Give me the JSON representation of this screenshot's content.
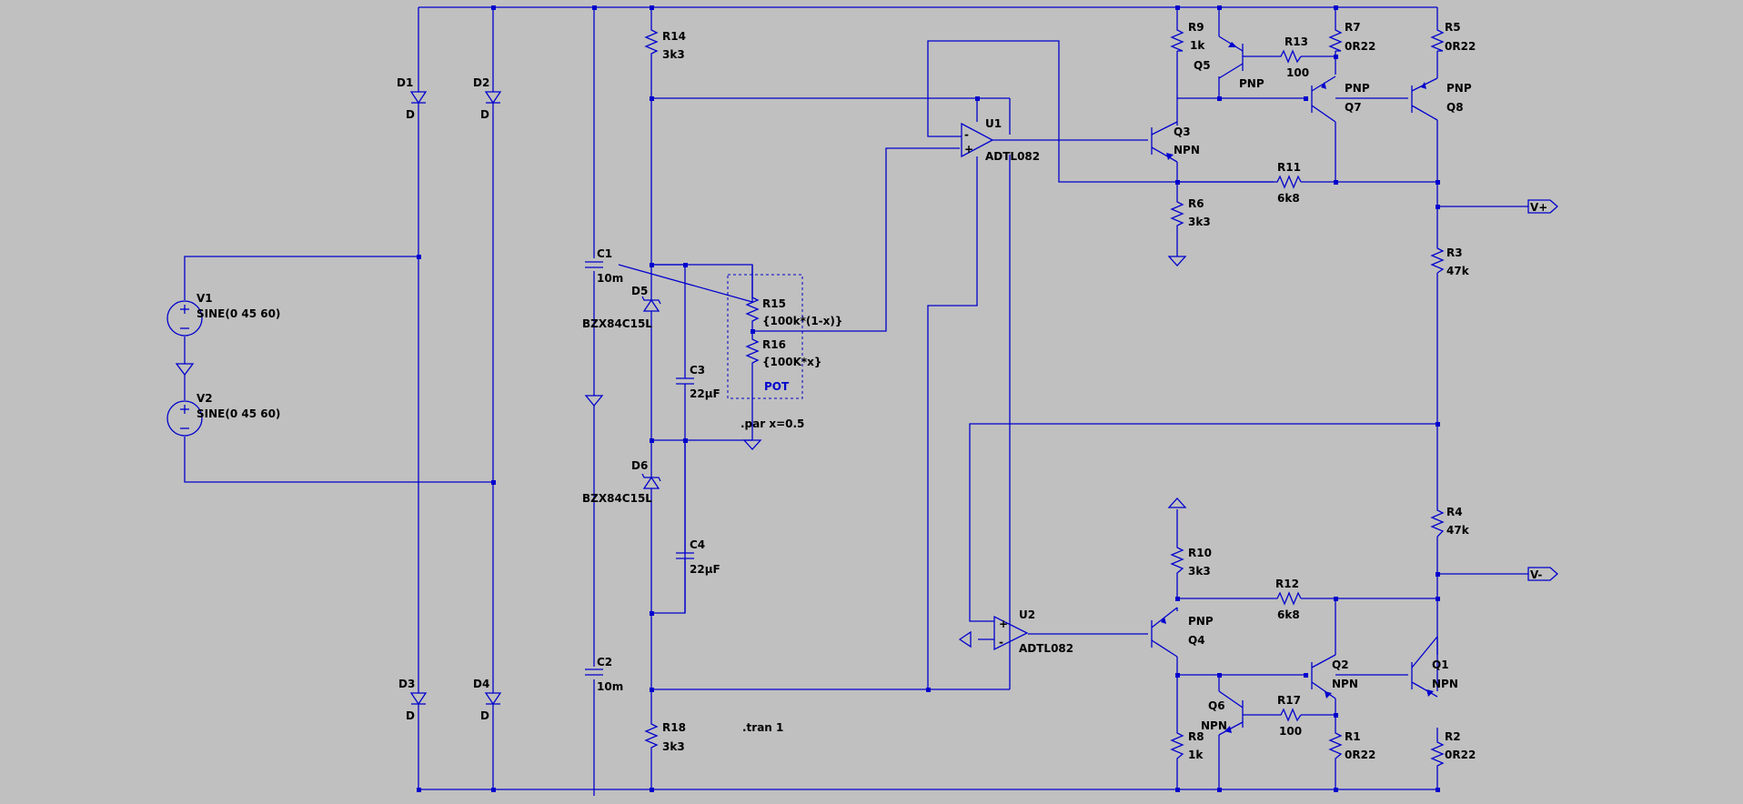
{
  "components": {
    "D1": {
      "name": "D1",
      "value": "D"
    },
    "D2": {
      "name": "D2",
      "value": "D"
    },
    "D3": {
      "name": "D3",
      "value": "D"
    },
    "D4": {
      "name": "D4",
      "value": "D"
    },
    "V1": {
      "name": "V1",
      "value": "SINE(0 45 60)"
    },
    "V2": {
      "name": "V2",
      "value": "SINE(0 45 60)"
    },
    "C1": {
      "name": "C1",
      "value": "10m"
    },
    "C2": {
      "name": "C2",
      "value": "10m"
    },
    "C3": {
      "name": "C3",
      "value": "22µF"
    },
    "C4": {
      "name": "C4",
      "value": "22µF"
    },
    "D5": {
      "name": "D5",
      "value": "BZX84C15L"
    },
    "D6": {
      "name": "D6",
      "value": "BZX84C15L"
    },
    "R14": {
      "name": "R14",
      "value": "3k3"
    },
    "R18": {
      "name": "R18",
      "value": "3k3"
    },
    "R15": {
      "name": "R15",
      "value": "{100k*(1-x)}"
    },
    "R16": {
      "name": "R16",
      "value": "{100K*x}"
    },
    "U1": {
      "name": "U1",
      "value": "ADTL082"
    },
    "U2": {
      "name": "U2",
      "value": "ADTL082"
    },
    "R9": {
      "name": "R9",
      "value": "1k"
    },
    "R13": {
      "name": "R13",
      "value": "100"
    },
    "R7": {
      "name": "R7",
      "value": "0R22"
    },
    "R5": {
      "name": "R5",
      "value": "0R22"
    },
    "Q5": {
      "name": "Q5",
      "value": "PNP"
    },
    "Q7": {
      "name": "Q7",
      "value": "PNP"
    },
    "Q8": {
      "name": "Q8",
      "value": "PNP"
    },
    "Q3": {
      "name": "Q3",
      "value": "NPN"
    },
    "R11": {
      "name": "R11",
      "value": "6k8"
    },
    "R6": {
      "name": "R6",
      "value": "3k3"
    },
    "R3": {
      "name": "R3",
      "value": "47k"
    },
    "R4": {
      "name": "R4",
      "value": "47k"
    },
    "R10": {
      "name": "R10",
      "value": "3k3"
    },
    "R12": {
      "name": "R12",
      "value": "6k8"
    },
    "Q4": {
      "name": "Q4",
      "value": "PNP"
    },
    "Q2": {
      "name": "Q2",
      "value": "NPN"
    },
    "Q1": {
      "name": "Q1",
      "value": "NPN"
    },
    "Q6": {
      "name": "Q6",
      "value": "NPN"
    },
    "R17": {
      "name": "R17",
      "value": "100"
    },
    "R8": {
      "name": "R8",
      "value": "1k"
    },
    "R1": {
      "name": "R1",
      "value": "0R22"
    },
    "R2": {
      "name": "R2",
      "value": "0R22"
    }
  },
  "labels": {
    "pot": "POT",
    "vplus": "V+",
    "vminus": "V-"
  },
  "directives": {
    "param": ".par x=0.5",
    "tran": ".tran 1"
  },
  "colors": {
    "background": "#c0c0c0",
    "wire": "#0000cd",
    "text": "#000000"
  }
}
